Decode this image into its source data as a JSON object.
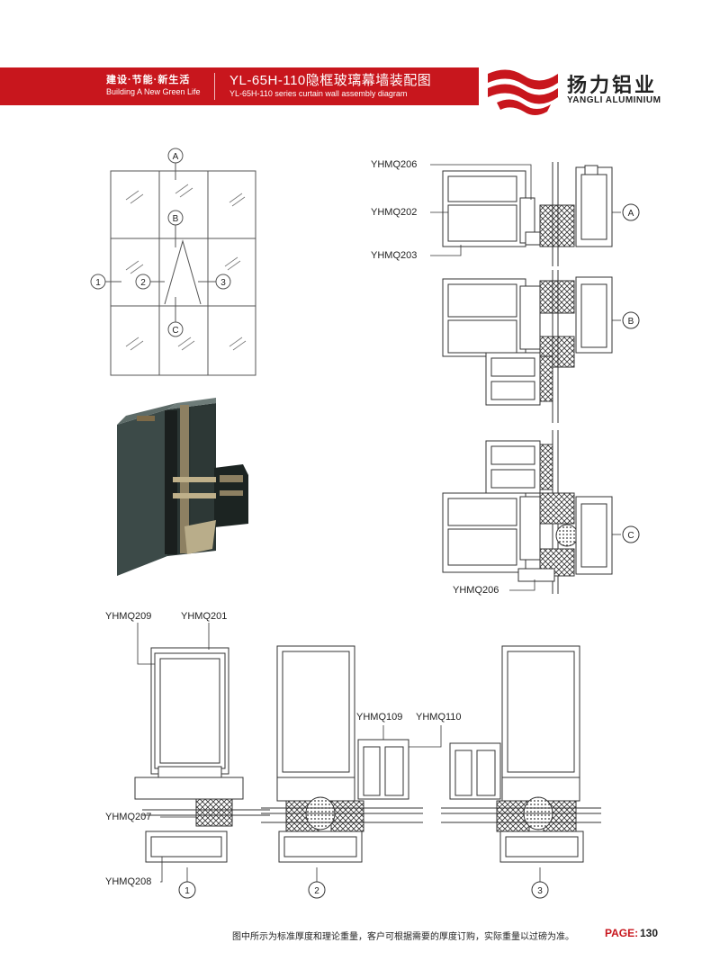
{
  "header": {
    "slogan_cn": "建设·节能·新生活",
    "slogan_en": "Building A New Green Life",
    "title_cn": "YL-65H-110隐框玻璃幕墙装配图",
    "title_en": "YL-65H-110 series curtain wall assembly diagram",
    "brand_cn": "扬力铝业",
    "brand_en": "YANGLI ALUMINIUM",
    "accent_color": "#c8161d"
  },
  "elevation": {
    "markers": {
      "a": "A",
      "b": "B",
      "c": "C",
      "n1": "1",
      "n2": "2",
      "n3": "3"
    }
  },
  "section_labels": {
    "top": [
      "YHMQ206",
      "YHMQ202",
      "YHMQ203"
    ],
    "bottom": "YHMQ206"
  },
  "section_markers": {
    "a": "A",
    "b": "B",
    "c": "C"
  },
  "plan_labels": {
    "p1_left_top": "YHMQ209",
    "p1_right_top": "YHMQ201",
    "p1_mid": "YHMQ207",
    "p1_bottom": "YHMQ208",
    "p2_a": "YHMQ109",
    "p2_b": "YHMQ110"
  },
  "plan_markers": {
    "n1": "1",
    "n2": "2",
    "n3": "3"
  },
  "footer": {
    "note": "图中所示为标准厚度和理论重量，客户可根据需要的厚度订购，实际重量以过磅为准。",
    "page_label": "PAGE:",
    "page_number": "130"
  }
}
